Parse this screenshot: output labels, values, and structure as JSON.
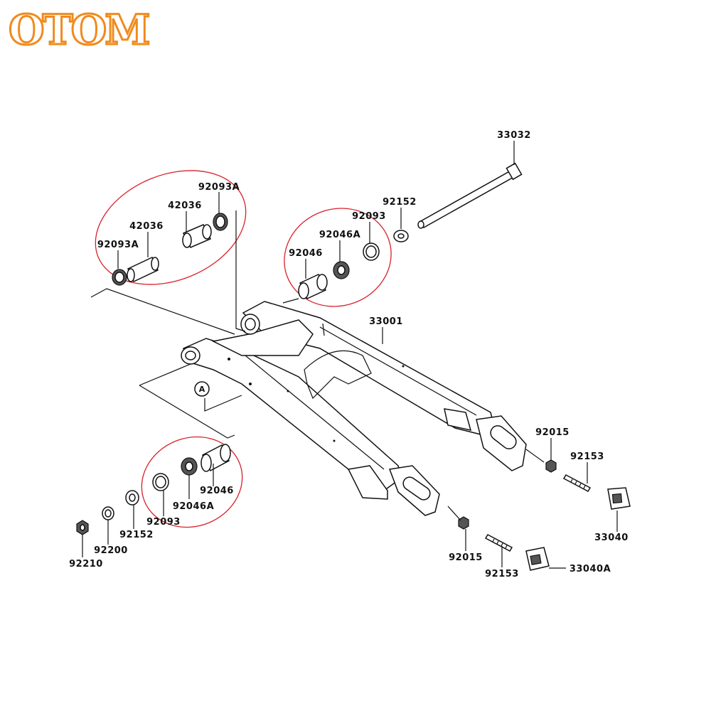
{
  "brand": {
    "logo_text": "OTOM"
  },
  "parts": {
    "p33032": "33032",
    "p92152_top": "92152",
    "p92093_top": "92093",
    "p92046A_top": "92046A",
    "p92046_top": "92046",
    "p92093A_upper": "92093A",
    "p42036_upper": "42036",
    "p42036_lower": "42036",
    "p92093A_left": "92093A",
    "p33001": "33001",
    "callout_A": "A",
    "p92015_right": "92015",
    "p92153_right": "92153",
    "p33040": "33040",
    "p92046_bottom": "92046",
    "p92046A_bottom": "92046A",
    "p92093_bottom": "92093",
    "p92152_bottom": "92152",
    "p92200": "92200",
    "p92210": "92210",
    "p92015_bottom": "92015",
    "p92153_bottom": "92153",
    "p33040A": "33040A"
  },
  "colors": {
    "logo": "#f08b1e",
    "group_outline": "#d9202a",
    "line": "#111111"
  }
}
